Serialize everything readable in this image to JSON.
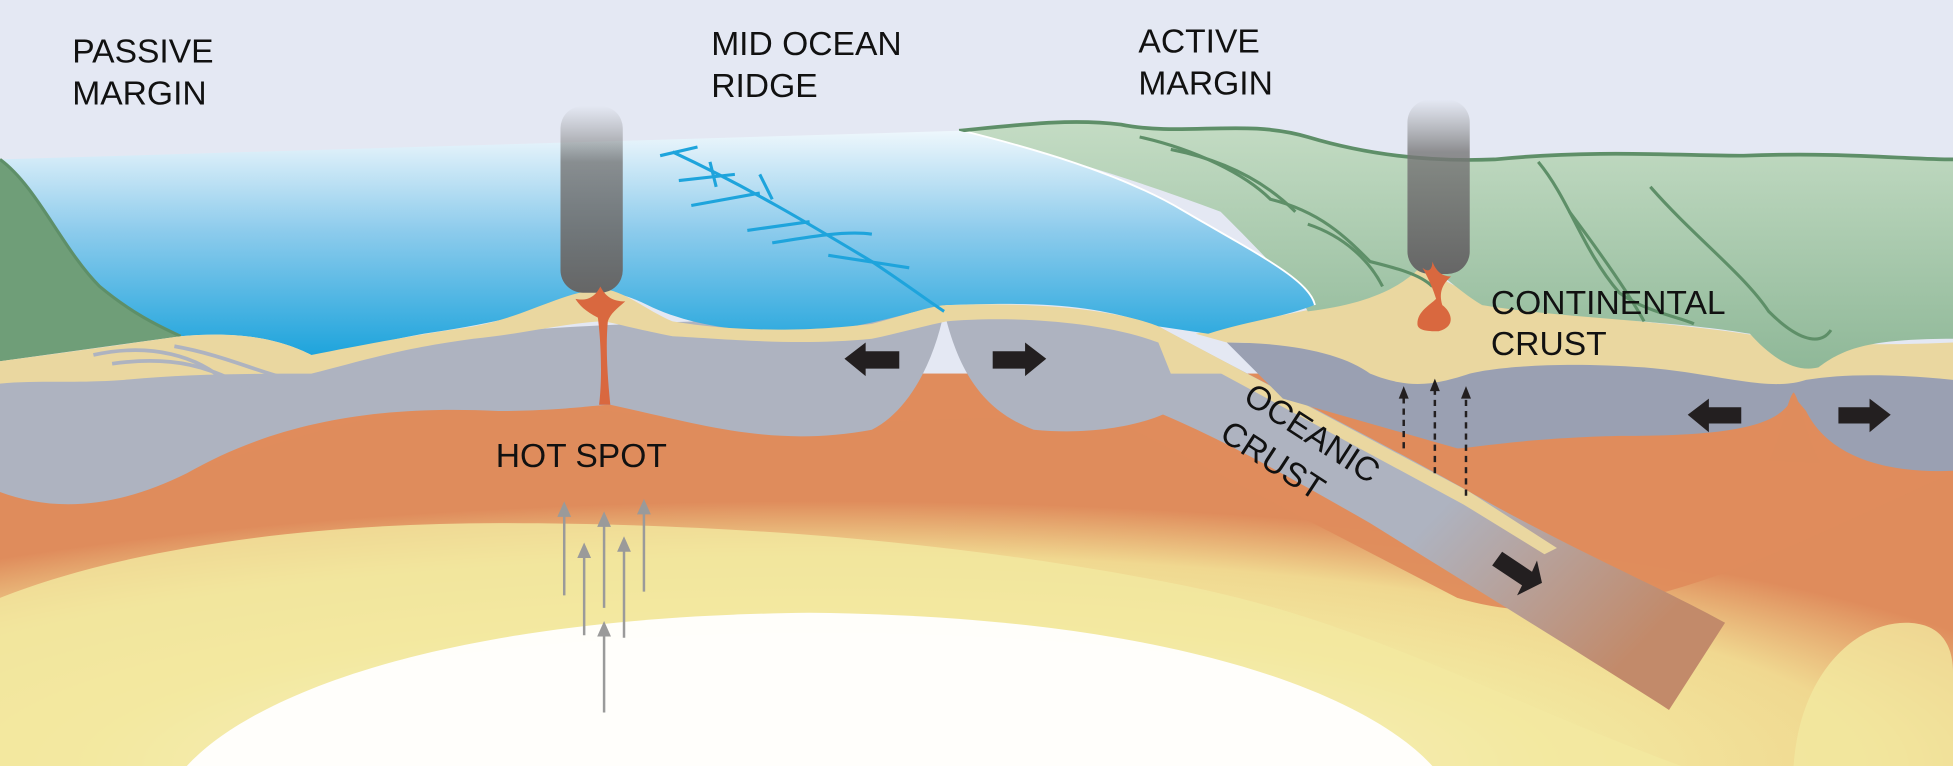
{
  "labels": {
    "passive_margin": [
      "PASSIVE",
      "MARGIN"
    ],
    "mid_ocean_ridge": [
      "MID OCEAN",
      "RIDGE"
    ],
    "active_margin": [
      "ACTIVE",
      "MARGIN"
    ],
    "continental_crust": [
      "CONTINENTAL",
      "CRUST"
    ],
    "oceanic_crust": [
      "OCEANIC",
      "CRUST"
    ],
    "hot_spot": "HOT SPOT"
  },
  "colors": {
    "sky": "#e4e8f3",
    "ocean_top": "#e8f4fb",
    "ocean_bottom": "#1ea4dc",
    "sediment": "#ead7a0",
    "oceanic_crust": "#aeb3c0",
    "continental_lower": "#9aa0b2",
    "mantle_orange": "#df8c5c",
    "mantle_yellow": "#f3e8a0",
    "land_green": "#a9c9ac",
    "dark_green": "#5e8f68",
    "magma": "#d9683f",
    "arrow": "#231f20"
  }
}
